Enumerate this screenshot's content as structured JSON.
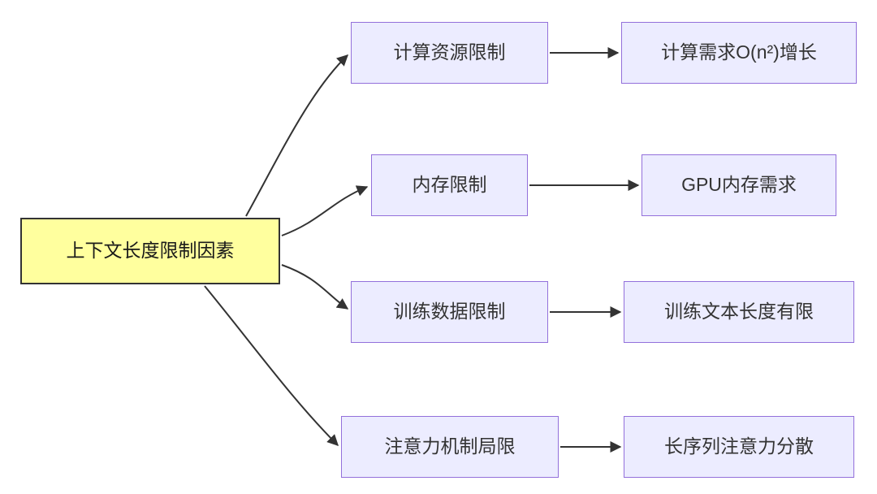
{
  "diagram": {
    "type": "flowchart",
    "direction": "left-to-right",
    "background": "#ffffff",
    "root": {
      "id": "context-length-limit-factors",
      "label": "上下文长度限制因素",
      "fill": "#ffff9e",
      "border": "#333333"
    },
    "node_style": {
      "fill": "#ececff",
      "border": "#9370db"
    },
    "edge_color": "#333333",
    "branches": [
      {
        "mid": {
          "id": "computing-resource-limit",
          "label": "计算资源限制"
        },
        "end": {
          "id": "compute-demand-on2-growth",
          "label": "计算需求O(n²)增长"
        }
      },
      {
        "mid": {
          "id": "memory-limit",
          "label": "内存限制"
        },
        "end": {
          "id": "gpu-memory-demand",
          "label": "GPU内存需求"
        }
      },
      {
        "mid": {
          "id": "training-data-limit",
          "label": "训练数据限制"
        },
        "end": {
          "id": "training-text-length-limited",
          "label": "训练文本长度有限"
        }
      },
      {
        "mid": {
          "id": "attention-mechanism-limit",
          "label": "注意力机制局限"
        },
        "end": {
          "id": "long-sequence-attention-dispersion",
          "label": "长序列注意力分散"
        }
      }
    ],
    "edges": [
      {
        "from": "context-length-limit-factors",
        "to": "computing-resource-limit"
      },
      {
        "from": "context-length-limit-factors",
        "to": "memory-limit"
      },
      {
        "from": "context-length-limit-factors",
        "to": "training-data-limit"
      },
      {
        "from": "context-length-limit-factors",
        "to": "attention-mechanism-limit"
      },
      {
        "from": "computing-resource-limit",
        "to": "compute-demand-on2-growth"
      },
      {
        "from": "memory-limit",
        "to": "gpu-memory-demand"
      },
      {
        "from": "training-data-limit",
        "to": "training-text-length-limited"
      },
      {
        "from": "attention-mechanism-limit",
        "to": "long-sequence-attention-dispersion"
      }
    ]
  }
}
